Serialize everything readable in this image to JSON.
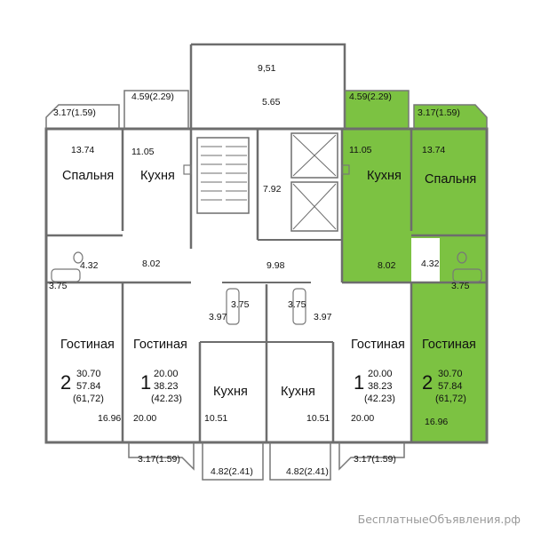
{
  "colors": {
    "highlight": "#7cc242",
    "wall": "#6d6d6d",
    "outline": "#777777",
    "text": "#111111",
    "watermark": "#9a9a9a"
  },
  "labels": {
    "top_balcony": "9,51",
    "top_hall": "5.65",
    "stair_hall": "7.92",
    "main_corridor": "9.98",
    "left_loggia_1": "3.17(1.59)",
    "left_loggia_2": "4.59(2.29)",
    "right_loggia_1": "4.59(2.29)",
    "right_loggia_2": "3.17(1.59)",
    "left_bedroom_area": "13.74",
    "left_bedroom": "Спальня",
    "left_kitchen_area": "11.05",
    "left_kitchen": "Кухня",
    "right_kitchen_area": "11.05",
    "right_kitchen": "Кухня",
    "right_bedroom_area": "13.74",
    "right_bedroom": "Спальня",
    "left_hall_a": "4.32",
    "left_hall_b": "8.02",
    "left_bath": "3.75",
    "right_hall_a": "8.02",
    "right_hall_b": "4.32",
    "right_bath": "3.75",
    "mid_bath_l": "3.75",
    "mid_bath_r": "3.75",
    "mid_hall_l": "3.97",
    "mid_hall_r": "3.97",
    "bottom_loggia_l": "3.17(1.59)",
    "bottom_loggia_ml": "4.82(2.41)",
    "bottom_loggia_mr": "4.82(2.41)",
    "bottom_loggia_r": "3.17(1.59)",
    "mid_kitchen_l_area": "10.51",
    "mid_kitchen_r_area": "10.51",
    "mid_kitchen_l": "Кухня",
    "mid_kitchen_r": "Кухня",
    "watermark": "БесплатныеОбъявления.рф"
  },
  "apartments": [
    {
      "room_label": "Гостиная",
      "rooms": "2",
      "living": "30.70",
      "total": "57.84",
      "total_with_loggia": "(61,72)",
      "room_area": "16.96"
    },
    {
      "room_label": "Гостиная",
      "rooms": "1",
      "living": "20.00",
      "total": "38.23",
      "total_with_loggia": "(42.23)",
      "room_area": "20.00"
    },
    {
      "room_label": "Гостиная",
      "rooms": "1",
      "living": "20.00",
      "total": "38.23",
      "total_with_loggia": "(42.23)",
      "room_area": "20.00"
    },
    {
      "room_label": "Гостиная",
      "rooms": "2",
      "living": "30.70",
      "total": "57.84",
      "total_with_loggia": "(61,72)",
      "room_area": "16.96"
    }
  ]
}
